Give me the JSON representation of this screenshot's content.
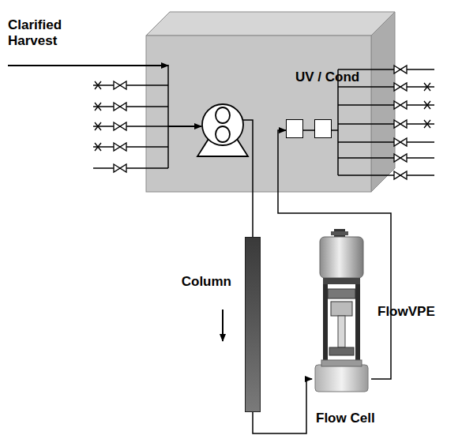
{
  "diagram": {
    "nodes": [
      {
        "text": [
          "UV / Cond"
        ]
      },
      {
        "text": [
          "Column"
        ]
      },
      {
        "text": [
          "FlowVPE",
          "Flow Cell"
        ]
      }
    ],
    "edges": [
      {
        "from": 1,
        "to": 2,
        "arrow": "to"
      },
      {
        "from": 2,
        "to": 0,
        "arrow": "to"
      }
    ],
    "labels": [
      "Clarified Harvest"
    ]
  }
}
